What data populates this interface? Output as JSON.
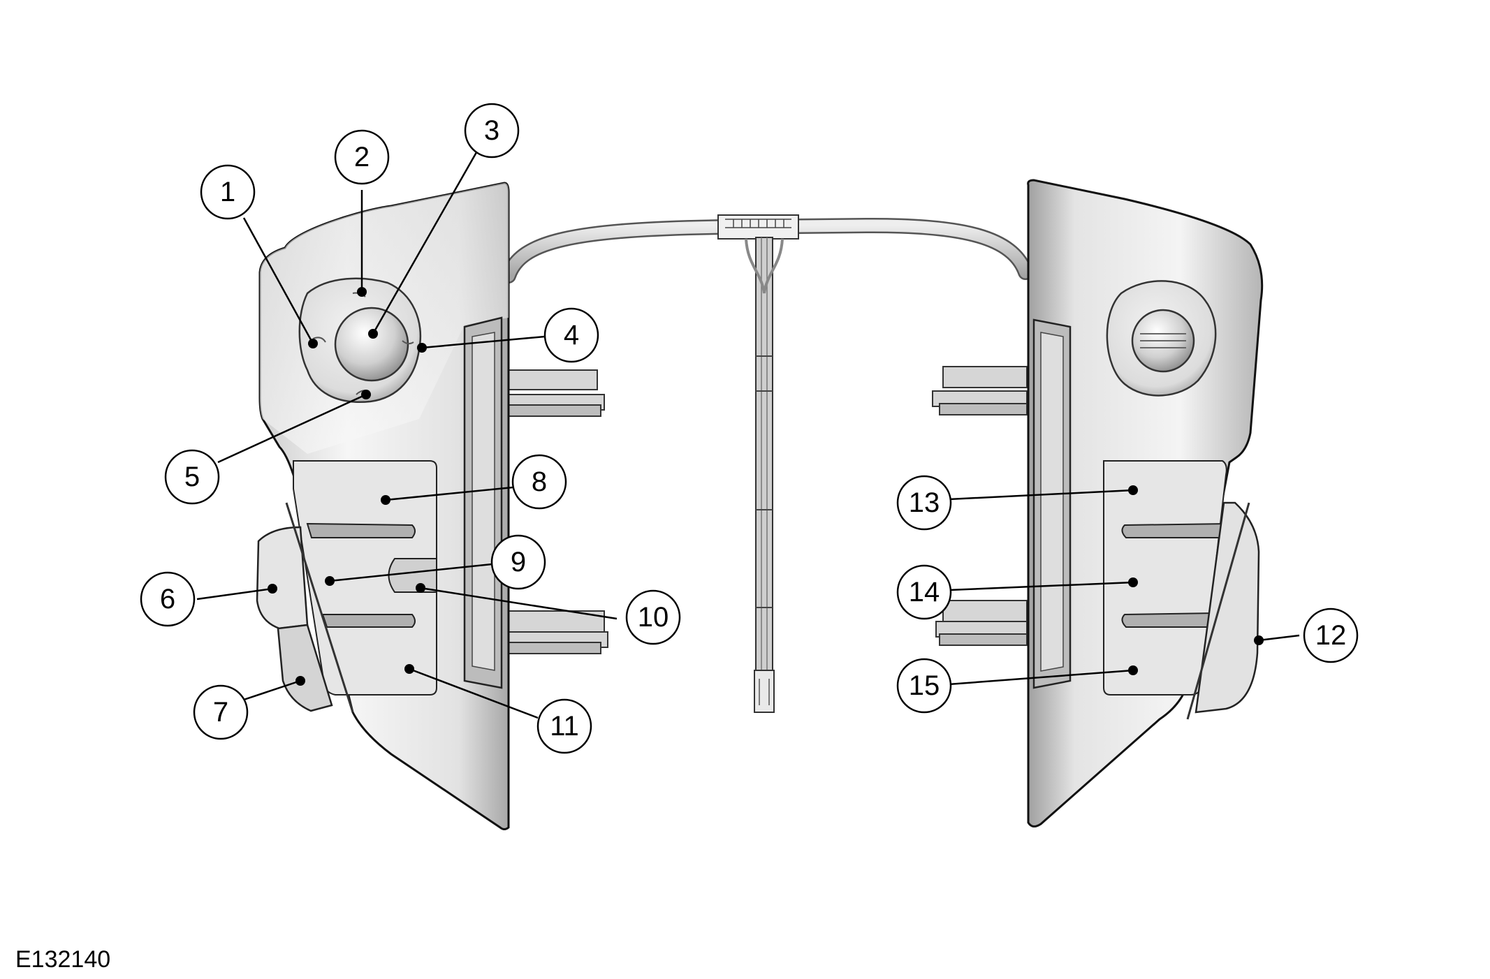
{
  "figure": {
    "ref_code": "E132140",
    "callouts": [
      "1",
      "2",
      "3",
      "4",
      "5",
      "6",
      "7",
      "8",
      "9",
      "10",
      "11",
      "12",
      "13",
      "14",
      "15"
    ]
  },
  "colors": {
    "line": "#000000",
    "housing_light": "#f4f4f4",
    "housing_mid": "#d9d9d9",
    "housing_dark": "#9a9a9a"
  },
  "icons": [
    "left-switch-pack-illustration",
    "right-switch-pack-illustration",
    "wiring-harness-illustration"
  ]
}
